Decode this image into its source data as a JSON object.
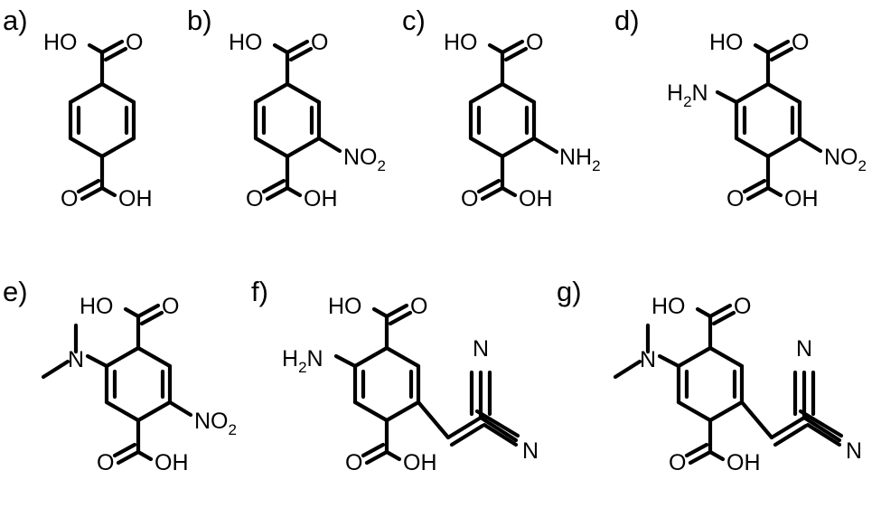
{
  "figure": {
    "panels": [
      {
        "id": "a",
        "label": "a)"
      },
      {
        "id": "b",
        "label": "b)"
      },
      {
        "id": "c",
        "label": "c)"
      },
      {
        "id": "d",
        "label": "d)"
      },
      {
        "id": "e",
        "label": "e)"
      },
      {
        "id": "f",
        "label": "f)"
      },
      {
        "id": "g",
        "label": "g)"
      }
    ],
    "atoms": {
      "hydroxyl": "OH",
      "hydroxyl_left": "HO",
      "oxygen": "O",
      "nitro_main": "NO",
      "nitro_sub": "2",
      "amine_main": "NH",
      "amine_sub": "2",
      "amine_left_h": "H",
      "amine_left_sub": "2",
      "amine_left_n": "N",
      "nitrogen": "N"
    }
  }
}
